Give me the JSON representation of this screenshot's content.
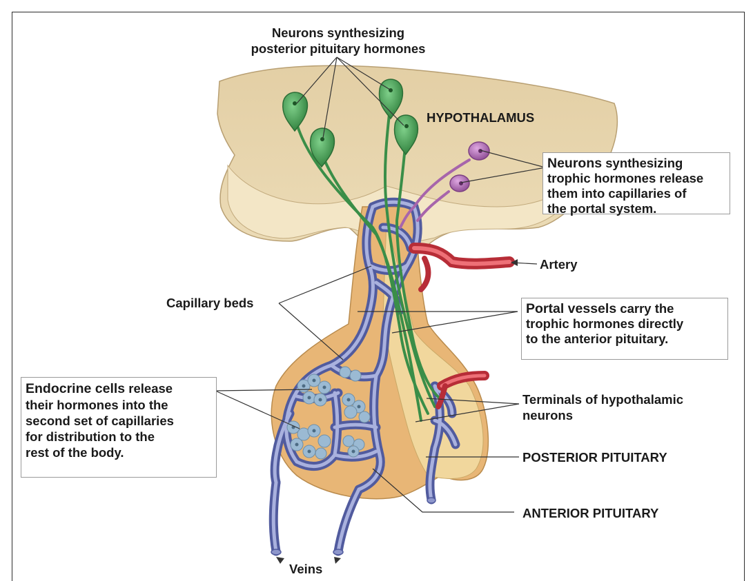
{
  "labels": {
    "neurons_posterior": [
      "Neurons synthesizing",
      "posterior pituitary hormones"
    ],
    "hypothalamus": "HYPOTHALAMUS",
    "trophic_box": {
      "bold": "Neurons",
      "lines": [
        " synthesizing",
        "trophic hormones release",
        "them into capillaries of",
        "the portal system."
      ]
    },
    "artery": "Artery",
    "capillary_beds": "Capillary beds",
    "portal_box": {
      "bold": "Portal vessels",
      "lines": [
        " carry the",
        "trophic hormones directly",
        "to the anterior pituitary."
      ]
    },
    "endocrine_box": {
      "bold": "Endocrine cells",
      "lines": [
        " release",
        "their hormones into the",
        "second set of capillaries",
        "for distribution to the",
        "rest of the body."
      ]
    },
    "terminals": [
      "Terminals of hypothalamic",
      "neurons"
    ],
    "posterior_pituitary": "POSTERIOR PITUITARY",
    "anterior_pituitary": "ANTERIOR PITUITARY",
    "veins": "Veins"
  },
  "colors": {
    "tissue": "#e8d3a6",
    "tissue_dark": "#cdb487",
    "anterior": "#e7b777",
    "posterior": "#efd49a",
    "vessel": "#6f79b8",
    "vessel_light": "#a8b0dc",
    "artery": "#d8404a",
    "green_neuron": "#3f9a4e",
    "purple_neuron": "#b46fb8",
    "cell": "#9dbcd3"
  }
}
